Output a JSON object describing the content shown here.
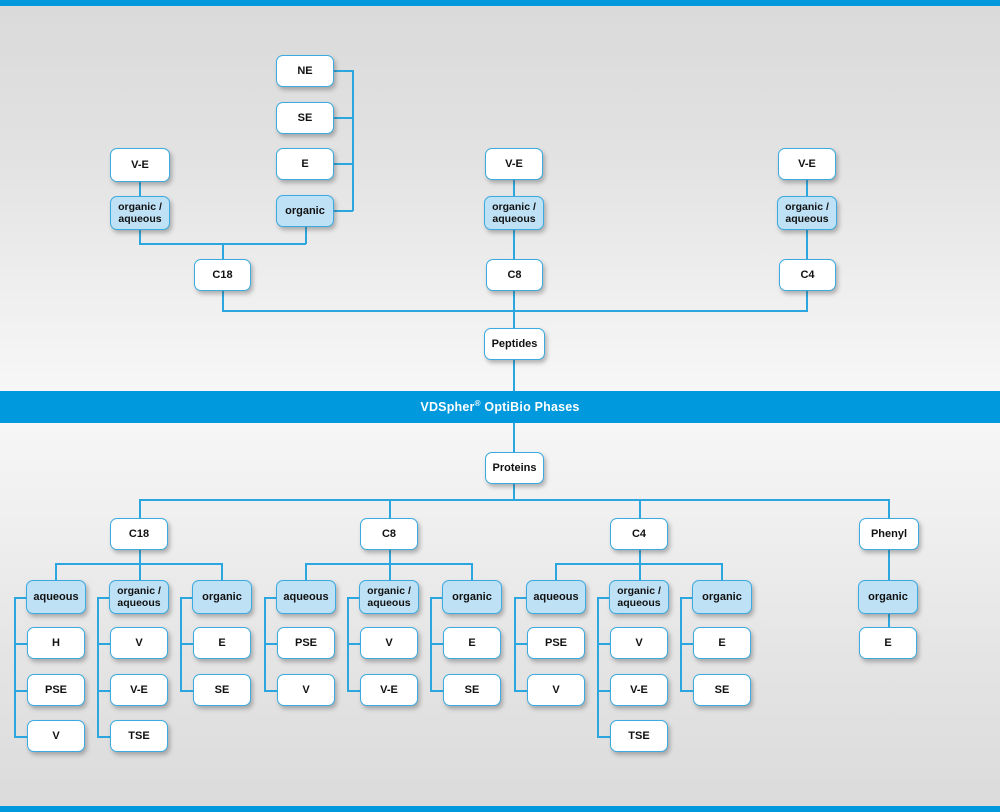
{
  "page": {
    "title": "VDSpher OptiBio Phases selection chart",
    "banner_text_main": "VDSpher",
    "banner_text_sup": "®",
    "banner_text_rest": " OptiBio Phases",
    "accent_color": "#0099dd",
    "node_border_color": "#3aaae0",
    "node_fill_white": "#ffffff",
    "node_fill_blue": "#bfe1f5",
    "line_color": "#2ba6de",
    "background_top": "#dadada",
    "background_mid": "#f7f7f7"
  },
  "peptides": {
    "root_label": "Peptides",
    "columns": [
      {
        "key": "c18",
        "phase_label": "C18",
        "groups": [
          {
            "key": "aqueous_mix",
            "group_label": "organic /\naqueous",
            "group_label_line1": "organic /",
            "group_label_line2": "aqueous",
            "children": [
              "V-E"
            ]
          },
          {
            "key": "organic",
            "group_label": "organic",
            "children": [
              "NE",
              "SE",
              "E"
            ]
          }
        ]
      },
      {
        "key": "c8",
        "phase_label": "C8",
        "groups": [
          {
            "key": "aqueous_mix",
            "group_label_line1": "organic /",
            "group_label_line2": "aqueous",
            "children": [
              "V-E"
            ]
          }
        ]
      },
      {
        "key": "c4",
        "phase_label": "C4",
        "groups": [
          {
            "key": "aqueous_mix",
            "group_label_line1": "organic /",
            "group_label_line2": "aqueous",
            "children": [
              "V-E"
            ]
          }
        ]
      }
    ]
  },
  "proteins": {
    "root_label": "Proteins",
    "columns": [
      {
        "key": "c18",
        "phase_label": "C18",
        "groups": [
          {
            "key": "aqueous",
            "group_label": "aqueous",
            "children": [
              "H",
              "PSE",
              "V"
            ]
          },
          {
            "key": "organic_aqueous",
            "group_label_line1": "organic /",
            "group_label_line2": "aqueous",
            "children": [
              "V",
              "V-E",
              "TSE"
            ]
          },
          {
            "key": "organic",
            "group_label": "organic",
            "children": [
              "E",
              "SE"
            ]
          }
        ]
      },
      {
        "key": "c8",
        "phase_label": "C8",
        "groups": [
          {
            "key": "aqueous",
            "group_label": "aqueous",
            "children": [
              "PSE",
              "V"
            ]
          },
          {
            "key": "organic_aqueous",
            "group_label_line1": "organic /",
            "group_label_line2": "aqueous",
            "children": [
              "V",
              "V-E"
            ]
          },
          {
            "key": "organic",
            "group_label": "organic",
            "children": [
              "E",
              "SE"
            ]
          }
        ]
      },
      {
        "key": "c4",
        "phase_label": "C4",
        "groups": [
          {
            "key": "aqueous",
            "group_label": "aqueous",
            "children": [
              "PSE",
              "V"
            ]
          },
          {
            "key": "organic_aqueous",
            "group_label_line1": "organic /",
            "group_label_line2": "aqueous",
            "children": [
              "V",
              "V-E",
              "TSE"
            ]
          },
          {
            "key": "organic",
            "group_label": "organic",
            "children": [
              "E",
              "SE"
            ]
          }
        ]
      },
      {
        "key": "phenyl",
        "phase_label": "Phenyl",
        "groups": [
          {
            "key": "organic",
            "group_label": "organic",
            "children": [
              "E"
            ]
          }
        ]
      }
    ]
  },
  "nodes": {
    "pep_c18_ve": "V-E",
    "pep_c18_oa_l1": "organic /",
    "pep_c18_oa_l2": "aqueous",
    "pep_c18_ne": "NE",
    "pep_c18_se": "SE",
    "pep_c18_e": "E",
    "pep_c18_org": "organic",
    "pep_c18": "C18",
    "pep_c8_ve": "V-E",
    "pep_c8_oa_l1": "organic /",
    "pep_c8_oa_l2": "aqueous",
    "pep_c8": "C8",
    "pep_c4_ve": "V-E",
    "pep_c4_oa_l1": "organic /",
    "pep_c4_oa_l2": "aqueous",
    "pep_c4": "C4",
    "peptides": "Peptides",
    "proteins": "Proteins",
    "pro_c18": "C18",
    "pro_c18_aq": "aqueous",
    "pro_c18_aq_1": "H",
    "pro_c18_aq_2": "PSE",
    "pro_c18_aq_3": "V",
    "pro_c18_oa_l1": "organic /",
    "pro_c18_oa_l2": "aqueous",
    "pro_c18_oa_1": "V",
    "pro_c18_oa_2": "V-E",
    "pro_c18_oa_3": "TSE",
    "pro_c18_org": "organic",
    "pro_c18_org_1": "E",
    "pro_c18_org_2": "SE",
    "pro_c8": "C8",
    "pro_c8_aq": "aqueous",
    "pro_c8_aq_1": "PSE",
    "pro_c8_aq_2": "V",
    "pro_c8_oa_l1": "organic /",
    "pro_c8_oa_l2": "aqueous",
    "pro_c8_oa_1": "V",
    "pro_c8_oa_2": "V-E",
    "pro_c8_org": "organic",
    "pro_c8_org_1": "E",
    "pro_c8_org_2": "SE",
    "pro_c4": "C4",
    "pro_c4_aq": "aqueous",
    "pro_c4_aq_1": "PSE",
    "pro_c4_aq_2": "V",
    "pro_c4_oa_l1": "organic /",
    "pro_c4_oa_l2": "aqueous",
    "pro_c4_oa_1": "V",
    "pro_c4_oa_2": "V-E",
    "pro_c4_oa_3": "TSE",
    "pro_c4_org": "organic",
    "pro_c4_org_1": "E",
    "pro_c4_org_2": "SE",
    "pro_ph": "Phenyl",
    "pro_ph_org": "organic",
    "pro_ph_org_1": "E"
  }
}
